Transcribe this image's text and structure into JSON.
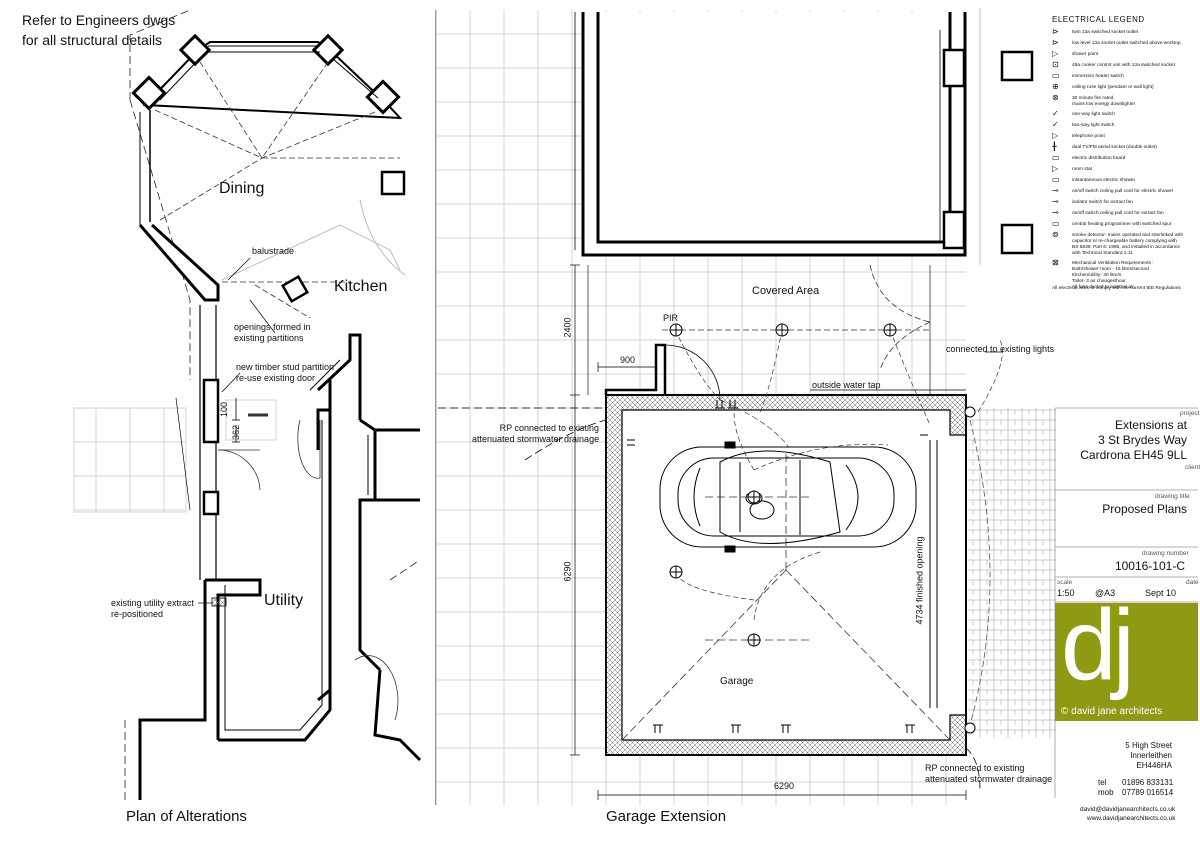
{
  "notes": {
    "structural": "Refer to Engineers dwgs\nfor all structural details",
    "balustrade": "balustrade",
    "openings": "openings formed in\nexisting partitions",
    "stud_partition": "new timber stud partition\nre-use existing door",
    "extract": "existing utility extract\nre-positioned",
    "pir": "PIR",
    "connected_lights": "connected to existing lights",
    "water_tap": "outside water tap",
    "rp_top": "RP connected to existing\nattenuated stormwater drainage",
    "rp_bottom": "RP connected to existing\nattenuated stormwater drainage",
    "finished_opening": "4734 finished opening"
  },
  "rooms": {
    "dining": "Dining",
    "kitchen": "Kitchen",
    "utility": "Utility",
    "covered_area": "Covered Area",
    "garage": "Garage"
  },
  "dimensions": {
    "d100": "100",
    "d362": "362",
    "d900": "900",
    "d2400": "2400",
    "d6290_v": "6290",
    "d6290_h": "6290"
  },
  "views": {
    "plan_alterations": "Plan of Alterations",
    "garage_extension": "Garage Extension"
  },
  "legend": {
    "title": "ELECTRICAL LEGEND",
    "items": [
      {
        "sym": "⊳",
        "text": "twin 13a switched socket outlet"
      },
      {
        "sym": "⊳",
        "text": "low level 13a socket outlet switched above worktop"
      },
      {
        "sym": "▷",
        "text": "shaver point"
      },
      {
        "sym": "⊡",
        "text": "45a cooker control unit with 13a switched socket"
      },
      {
        "sym": "▭",
        "text": "immersion heater switch"
      },
      {
        "sym": "⊕",
        "text": "ceiling rose light (pendant or wall light)"
      },
      {
        "sym": "⊗",
        "text": "30 minute fire rated\nmains low energy downlighter"
      },
      {
        "sym": "✓",
        "text": "one-way light switch"
      },
      {
        "sym": "✓",
        "text": "two-way light switch"
      },
      {
        "sym": "▷",
        "text": "telephone point"
      },
      {
        "sym": "╂",
        "text": "dual TV/FM aerial socket (double outlet)"
      },
      {
        "sym": "▭",
        "text": "electric distribution board"
      },
      {
        "sym": "▷",
        "text": "room stat"
      },
      {
        "sym": "▭",
        "text": "instantaneous electric shower"
      },
      {
        "sym": "⊸",
        "text": "on/off switch ceiling pull cord for electric shower"
      },
      {
        "sym": "⊸",
        "text": "isolator switch for extract fan"
      },
      {
        "sym": "⊸",
        "text": "on/off switch ceiling pull cord for extract fan"
      },
      {
        "sym": "▭",
        "text": "central heating programmer with switched spur"
      },
      {
        "sym": "⊚",
        "text": "smoke detector- mains operated and interlinked with\ncapacitor or re-chargeable battery complying with\nBS 5839: Part 6: 1995, and installed in accordance\nwith Technical Standard 2.11"
      },
      {
        "sym": "⊠",
        "text": "Mechanical Ventilation Requirements :\nBath/shower room - 15 litres/second\nKitchen/utility- 30 litre/s\nToilet- 3 air changes/hour\nAll fans ducted to external air."
      }
    ],
    "footer": "All electrical work to comply with the current IEE Regulations"
  },
  "title_block": {
    "project_label": "project",
    "project": [
      "Extensions at",
      "3 St Brydes Way",
      "Cardrona EH45 9LL"
    ],
    "client_label": "client",
    "drawing_title_label": "drawing title",
    "drawing_title": "Proposed Plans",
    "drawing_number_label": "drawing number",
    "drawing_number": "10016-101-C",
    "scale_label": "scale",
    "scale": "1:50",
    "paper": "@A3",
    "date_label": "date",
    "date": "Sept 10",
    "logo": "dj",
    "logo_credit": "© david jane architects",
    "address": [
      "5 High Street",
      "Innerleithen",
      "EH446HA"
    ],
    "tel_label": "tel",
    "tel": "01896 833131",
    "mob_label": "mob",
    "mob": "07789 016514",
    "email": "david@davidjanearchitects.co.uk",
    "web": "www.davidjanearchitects.co.uk",
    "logo_color": "#8f9a14"
  }
}
